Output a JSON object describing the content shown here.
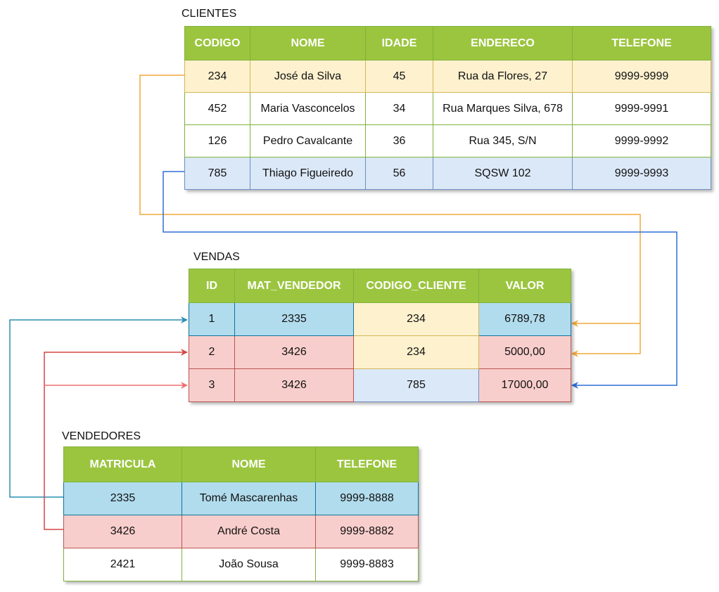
{
  "clientes": {
    "title": "CLIENTES",
    "headers": [
      "CODIGO",
      "NOME",
      "IDADE",
      "ENDERECO",
      "TELEFONE"
    ],
    "rows": [
      [
        "234",
        "José da Silva",
        "45",
        "Rua da Flores, 27",
        "9999-9999"
      ],
      [
        "452",
        "Maria Vasconcelos",
        "34",
        "Rua Marques Silva, 678",
        "9999-9991"
      ],
      [
        "126",
        "Pedro Cavalcante",
        "36",
        "Rua 345, S/N",
        "9999-9992"
      ],
      [
        "785",
        "Thiago Figueiredo",
        "56",
        "SQSW 102",
        "9999-9993"
      ]
    ]
  },
  "vendas": {
    "title": "VENDAS",
    "headers": [
      "ID",
      "MAT_VENDEDOR",
      "CODIGO_CLIENTE",
      "VALOR"
    ],
    "rows": [
      [
        "1",
        "2335",
        "234",
        "6789,78"
      ],
      [
        "2",
        "3426",
        "234",
        "5000,00"
      ],
      [
        "3",
        "3426",
        "785",
        "17000,00"
      ]
    ]
  },
  "vendedores": {
    "title": "VENDEDORES",
    "headers": [
      "MATRICULA",
      "NOME",
      "TELEFONE"
    ],
    "rows": [
      [
        "2335",
        "Tomé Mascarenhas",
        "9999-8888"
      ],
      [
        "3426",
        "André Costa",
        "9999-8882"
      ],
      [
        "2421",
        "João  Sousa",
        "9999-8883"
      ]
    ]
  },
  "colors": {
    "header_green": "#9bc53f",
    "yellow_fill": "#fdf1ce",
    "blue_fill": "#dbe8f8",
    "cyan_fill": "#b1dced",
    "red_fill": "#f8cecc",
    "link_orange": "#f2a93b",
    "link_blue": "#2f6fd6",
    "link_teal": "#2a8fb0",
    "link_red": "#d64545"
  }
}
